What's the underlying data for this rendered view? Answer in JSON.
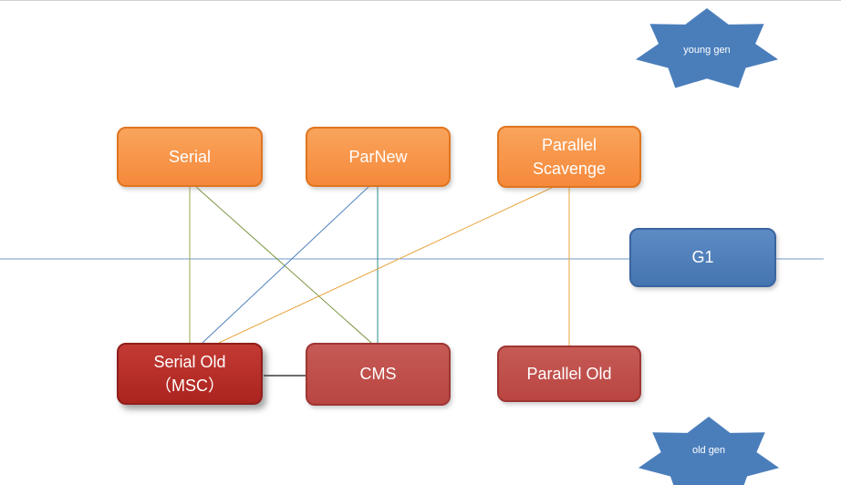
{
  "nodes": {
    "serial": {
      "label": "Serial"
    },
    "parnew": {
      "label": "ParNew"
    },
    "parallel_scavenge": {
      "line1": "Parallel",
      "line2": "Scavenge"
    },
    "g1": {
      "label": "G1"
    },
    "serial_old": {
      "line1": "Serial Old",
      "line2": "（MSC）"
    },
    "cms": {
      "label": "CMS"
    },
    "parallel_old": {
      "label": "Parallel Old"
    }
  },
  "badges": {
    "young_gen": {
      "label": "young gen"
    },
    "old_gen": {
      "label": "old gen"
    }
  },
  "colors": {
    "young_node_fill": "#F68C3C",
    "young_node_border": "#E0751F",
    "old_node_fill": "#BE4B47",
    "old_node_border": "#9E3634",
    "serial_old_node_fill": "#B52E28",
    "g1_node_fill": "#4C7DB8",
    "g1_node_border": "#3A65A0",
    "badge_star_fill": "#4A7EBB",
    "divider_line": "#7099CC",
    "connector_serial_to_serial_old": "#9CA84F",
    "connector_serial_to_cms": "#77933C",
    "connector_parnew_to_serial_old": "#4F81BD",
    "connector_parnew_to_cms": "#2E8B8B",
    "connector_parallel_scavenge_to_serial_old": "#E8A33D",
    "connector_parallel_scavenge_to_parallel_old": "#E8A33D",
    "connector_serial_old_to_cms": "#3B3B3B"
  }
}
